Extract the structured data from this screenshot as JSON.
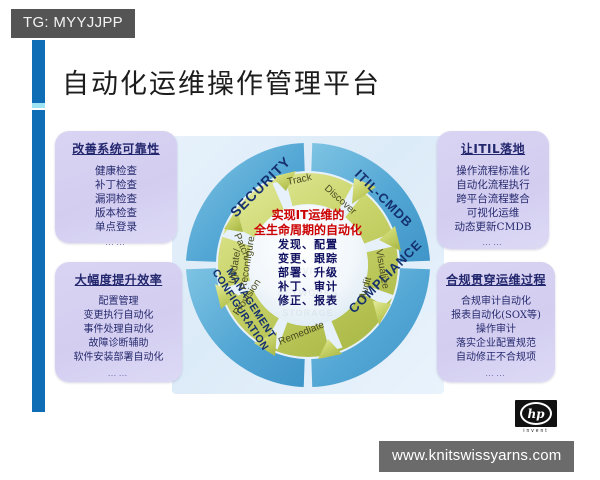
{
  "tag": {
    "label": "TG: MYYJJPP"
  },
  "title": "自动化运维操作管理平台",
  "colors": {
    "accent_bar": "#0f6db5",
    "ring_blue": "#55a8d6",
    "arrow_green": "#c9d46a",
    "hub_red": "#cc0000",
    "box_lavender": "#d6d0f1",
    "tag_gray": "#545454",
    "watermark_gray": "#6b6b6b"
  },
  "boxes": {
    "top_left": {
      "title": "改善系统可靠性",
      "items": [
        "健康检查",
        "补丁检查",
        "漏洞检查",
        "版本检查",
        "单点登录"
      ],
      "dots": "……"
    },
    "bottom_left": {
      "title": "大幅度提升效率",
      "items": [
        "配置管理",
        "变更执行自动化",
        "事件处理自动化",
        "故障诊断辅助",
        "软件安装部署自动化"
      ],
      "dots": "……"
    },
    "top_right": {
      "title": "让ITIL落地",
      "items": [
        "操作流程标准化",
        "自动化流程执行",
        "跨平台流程整合",
        "可视化运维",
        "动态更新CMDB"
      ],
      "dots": "……"
    },
    "bottom_right": {
      "title": "合规贯穿运维过程",
      "items": [
        "合规审计自动化",
        "报表自动化(SOX等)",
        "操作审计",
        "落实企业配置规范",
        "自动修正不合规项"
      ],
      "dots": "……"
    }
  },
  "wheel": {
    "outer_quadrants": [
      {
        "label": "SECURITY",
        "position": "top-left"
      },
      {
        "label": "ITIL-CMDB",
        "position": "top-right"
      },
      {
        "label": "COMPLIANCE",
        "position": "bottom-right"
      },
      {
        "label": "CONFIGURATION MANAGEMENT",
        "position": "bottom-left"
      }
    ],
    "inner_arrows": [
      {
        "label": "Track",
        "position": "top"
      },
      {
        "label": "Discover",
        "position": "top-right"
      },
      {
        "label": "Visualize",
        "position": "right"
      },
      {
        "label": "Audit",
        "position": "bottom-right"
      },
      {
        "label": "Remediate",
        "position": "bottom"
      },
      {
        "label": "Provision",
        "position": "bottom-left"
      },
      {
        "label": "Update/",
        "label2": "Reconfigure",
        "position": "left"
      },
      {
        "label": "Patch",
        "position": "top-left"
      }
    ],
    "hub": {
      "headline_line1": "实现IT运维的",
      "headline_line2": "全生命周期的自动化",
      "items": [
        "发现、配置",
        "变更、跟踪",
        "部署、升级",
        "补丁、审计",
        "修正、报表"
      ]
    }
  },
  "logo": {
    "brand": "hp",
    "tagline": "invent"
  },
  "watermark": {
    "url": "www.knitswissyarns.com"
  }
}
